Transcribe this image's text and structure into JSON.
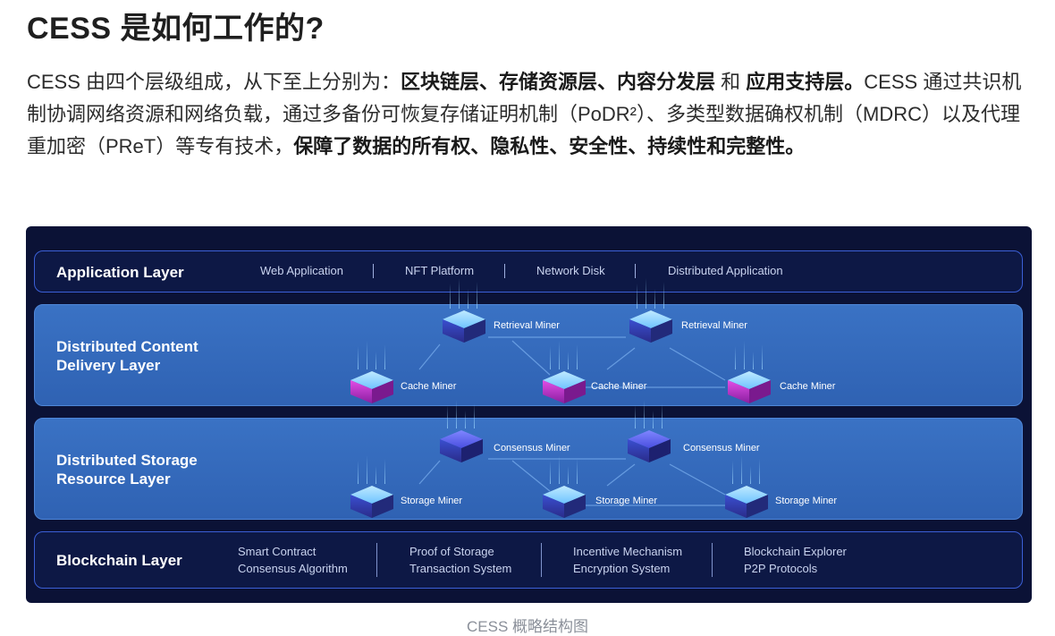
{
  "page": {
    "heading": "CESS 是如何工作的?",
    "intro": {
      "p1": "CESS 由四个层级组成，从下至上分别为：",
      "b1": "区块链层、存储资源层、内容分发层",
      "p2": " 和 ",
      "b2": "应用支持层。",
      "p3": "CESS 通过共识机制协调网络资源和网络负载，通过多备份可恢复存储证明机制（PoDR²）、多类型数据确权机制（MDRC）以及代理重加密（PReT）等专有技术，",
      "b3": "保障了数据的所有权、隐私性、安全性、持续性和完整性。"
    },
    "caption": "CESS 概略结构图"
  },
  "diagram": {
    "application_layer": {
      "title": "Application Layer",
      "items": [
        "Web Application",
        "NFT Platform",
        "Network Disk",
        "Distributed Application"
      ]
    },
    "content_delivery_layer": {
      "title_line1": "Distributed Content",
      "title_line2": "Delivery Layer",
      "top_miners": [
        "Retrieval Miner",
        "Retrieval Miner"
      ],
      "bottom_miners": [
        "Cache Miner",
        "Cache Miner",
        "Cache Miner"
      ]
    },
    "storage_resource_layer": {
      "title_line1": "Distributed Storage",
      "title_line2": "Resource Layer",
      "top_miners": [
        "Consensus Miner",
        "Consensus Miner"
      ],
      "bottom_miners": [
        "Storage Miner",
        "Storage Miner",
        "Storage Miner"
      ]
    },
    "blockchain_layer": {
      "title": "Blockchain Layer",
      "groups": [
        [
          "Smart Contract",
          "Consensus Algorithm"
        ],
        [
          "Proof of Storage",
          "Transaction System"
        ],
        [
          "Incentive Mechanism",
          "Encryption System"
        ],
        [
          "Blockchain Explorer",
          "P2P Protocols"
        ]
      ]
    },
    "colors": {
      "background": "#0b1236",
      "band_blue": "#3369b9",
      "border_accent": "#3b5fd6",
      "cube_blue": "#6fc3ff",
      "cube_magenta": "#d13fd6",
      "cube_indigo": "#4a4fe0"
    }
  }
}
